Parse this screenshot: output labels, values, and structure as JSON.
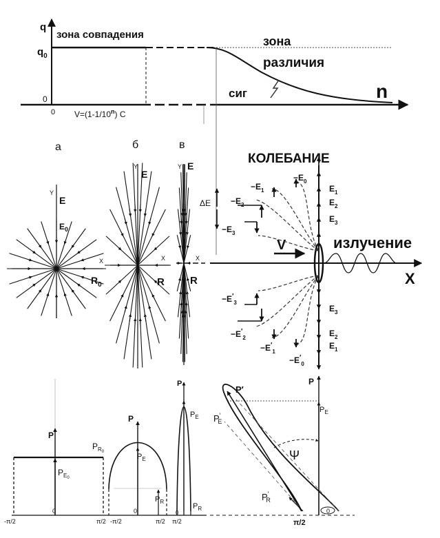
{
  "top": {
    "axis_q": "q",
    "q0": "q",
    "q0_sub": "0",
    "zero_y": "0",
    "zero_x": "0",
    "zone_match": "зона совпадения",
    "zone_diff_1": "зона",
    "zone_diff_2": "различия",
    "sig": "сиг",
    "axis_n": "n",
    "formula_v": "V=(1-1/10",
    "formula_n": "n",
    "formula_c": ") C"
  },
  "panels": {
    "a": "а",
    "b": "б",
    "v": "в"
  },
  "field": {
    "y": "Y",
    "x": "X",
    "E": "E",
    "E0": "E",
    "E0_sub": "0",
    "R0": "R",
    "R0_sub": "0",
    "R": "R"
  },
  "oscillation": {
    "title": "КОЛЕБАНИЕ",
    "V": "V",
    "radiation": "излучение",
    "X": "X",
    "dE": "ΔE",
    "E_sym": "E",
    "minus_E": "−E",
    "subs": [
      "0",
      "1",
      "2",
      "3"
    ],
    "prime": "′"
  },
  "power": {
    "P": "P",
    "sub_R0": "R",
    "sub_R0b": "0",
    "sub_E0": "E",
    "sub_E0b": "0",
    "sub_E": "E",
    "sub_R": "R",
    "zero": "0",
    "minus_pi2": "-π/2",
    "pi2": "π/2",
    "pi2_bold": "π/2",
    "psi": "Ψ",
    "P_prime": "P′",
    "PE_prime": "P",
    "PR_prime": "P",
    "prime_E": "′",
    "prime_R": "′"
  }
}
